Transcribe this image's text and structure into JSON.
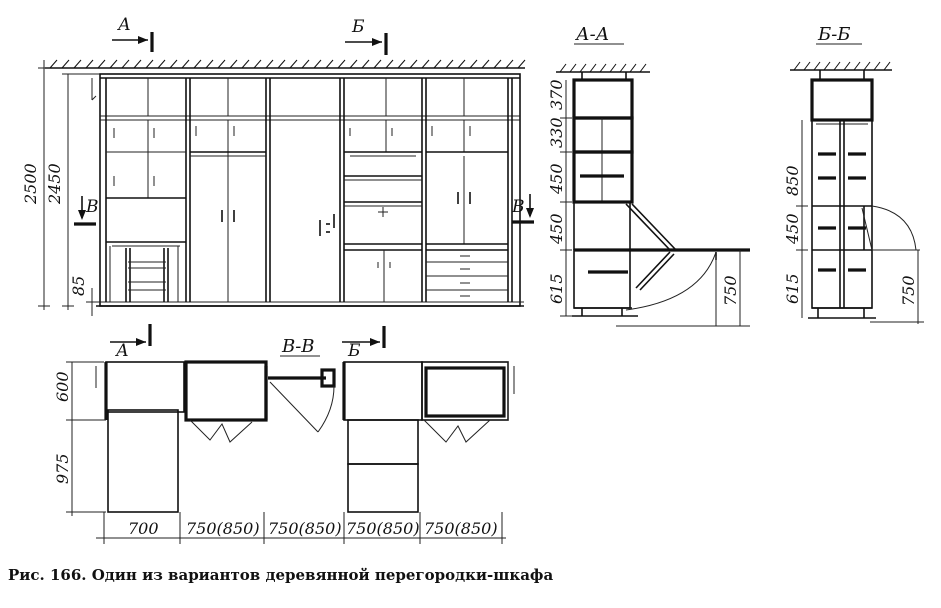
{
  "caption": "Рис. 166. Один из вариантов деревянной перегородки-шкафа",
  "section_labels": {
    "a": "А",
    "b": "Б",
    "v": "В",
    "aa": "А-А",
    "bb": "Б-Б",
    "vv": "В-В"
  },
  "dimensions": {
    "elevation_vertical": [
      "2500",
      "2450",
      "85"
    ],
    "section_aa_vertical": [
      "370",
      "330",
      "450",
      "450",
      "615",
      "750"
    ],
    "section_bb_vertical": [
      "850",
      "450",
      "615",
      "750"
    ],
    "plan_vertical": [
      "600",
      "975"
    ],
    "plan_horizontal": [
      "700",
      "750(850)",
      "750(850)",
      "750(850)",
      "750(850)"
    ]
  }
}
